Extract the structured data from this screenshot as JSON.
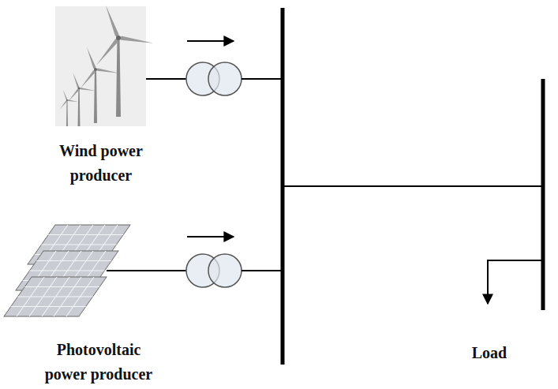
{
  "diagram": {
    "labels": [
      "Wind power producer",
      "Photovoltaic power producer",
      "Load"
    ]
  }
}
